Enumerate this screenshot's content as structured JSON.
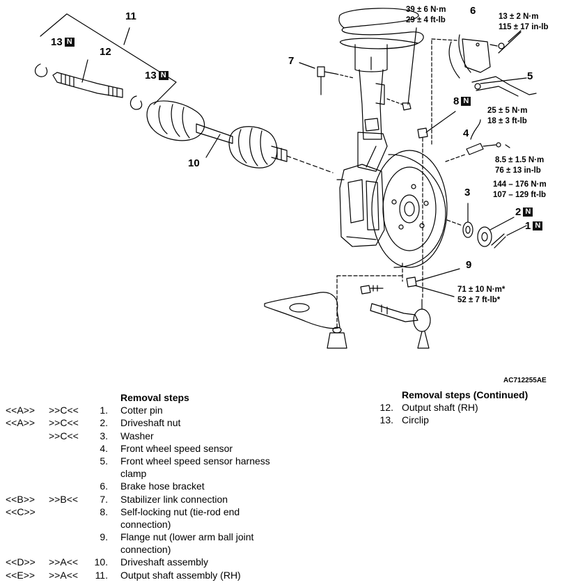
{
  "callouts": [
    {
      "num": "11",
      "n": false
    },
    {
      "num": "13",
      "n": true
    },
    {
      "num": "12",
      "n": false
    },
    {
      "num": "13",
      "n": true
    },
    {
      "num": "10",
      "n": false
    },
    {
      "num": "7",
      "n": false
    },
    {
      "num": "6",
      "n": false
    },
    {
      "num": "5",
      "n": false
    },
    {
      "num": "8",
      "n": true
    },
    {
      "num": "4",
      "n": false
    },
    {
      "num": "3",
      "n": false
    },
    {
      "num": "2",
      "n": true
    },
    {
      "num": "1",
      "n": true
    },
    {
      "num": "9",
      "n": false
    }
  ],
  "n_badge": "N",
  "torques": {
    "t39": [
      "39 ± 6 N·m",
      "29 ± 4 ft-lb"
    ],
    "t13": [
      "13 ± 2 N·m",
      "115 ± 17 in-lb"
    ],
    "t25": [
      "25 ± 5 N·m",
      "18 ± 3 ft-lb"
    ],
    "t8": [
      "8.5 ± 1.5 N·m",
      "76 ± 13 in-lb"
    ],
    "t144": [
      "144 – 176 N·m",
      "107 – 129 ft-lb"
    ],
    "t71": [
      "71 ± 10 N·m*",
      "52 ± 7 ft-lb*"
    ]
  },
  "figure_code": "AC712255AE",
  "removal": {
    "heading": "Removal steps",
    "steps": [
      {
        "a": "<<A>>",
        "b": ">>C<<",
        "num": "1.",
        "text": "Cotter pin"
      },
      {
        "a": "<<A>>",
        "b": ">>C<<",
        "num": "2.",
        "text": "Driveshaft nut"
      },
      {
        "a": "",
        "b": ">>C<<",
        "num": "3.",
        "text": "Washer"
      },
      {
        "a": "",
        "b": "",
        "num": "4.",
        "text": "Front wheel speed sensor"
      },
      {
        "a": "",
        "b": "",
        "num": "5.",
        "text": "Front wheel speed sensor harness clamp"
      },
      {
        "a": "",
        "b": "",
        "num": "6.",
        "text": "Brake hose bracket"
      },
      {
        "a": "<<B>>",
        "b": ">>B<<",
        "num": "7.",
        "text": "Stabilizer link connection"
      },
      {
        "a": "<<C>>",
        "b": "",
        "num": "8.",
        "text": "Self-locking nut (tie-rod end connection)"
      },
      {
        "a": "",
        "b": "",
        "num": "9.",
        "text": "Flange nut (lower arm ball joint connection)"
      },
      {
        "a": "<<D>>",
        "b": ">>A<<",
        "num": "10.",
        "text": "Driveshaft assembly"
      },
      {
        "a": "<<E>>",
        "b": ">>A<<",
        "num": "11.",
        "text": "Output shaft assembly (RH)"
      }
    ]
  },
  "removal_continued": {
    "heading": "Removal steps (Continued)",
    "steps": [
      {
        "num": "12.",
        "text": "Output shaft (RH)"
      },
      {
        "num": "13.",
        "text": "Circlip"
      }
    ]
  }
}
